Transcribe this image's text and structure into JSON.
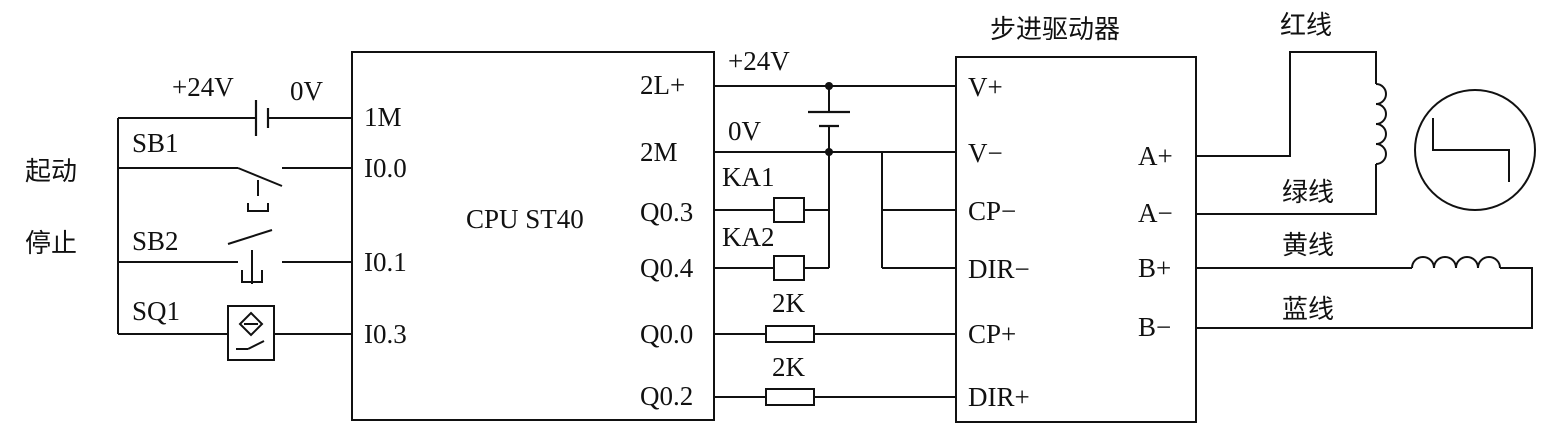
{
  "left_labels": {
    "start": "起动",
    "stop": "停止"
  },
  "components": {
    "sb1": "SB1",
    "sb2": "SB2",
    "sq1": "SQ1",
    "ka1": "KA1",
    "ka2": "KA2",
    "r1": "2K",
    "r2": "2K"
  },
  "supply_left": {
    "plus": "+24V",
    "zero": "0V"
  },
  "supply_right": {
    "plus": "+24V",
    "zero": "0V"
  },
  "plc": {
    "name": "CPU ST40",
    "pins_left": [
      "1M",
      "I0.0",
      "I0.1",
      "I0.3"
    ],
    "pins_right": [
      "2L+",
      "2M",
      "Q0.3",
      "Q0.4",
      "Q0.0",
      "Q0.2"
    ]
  },
  "driver": {
    "title": "步进驱动器",
    "pins_left": [
      "V+",
      "V−",
      "CP−",
      "DIR−",
      "CP+",
      "DIR+"
    ],
    "pins_right": [
      "A+",
      "A−",
      "B+",
      "B−"
    ]
  },
  "wires": {
    "red": "红线",
    "green": "绿线",
    "yellow": "黄线",
    "blue": "蓝线"
  }
}
